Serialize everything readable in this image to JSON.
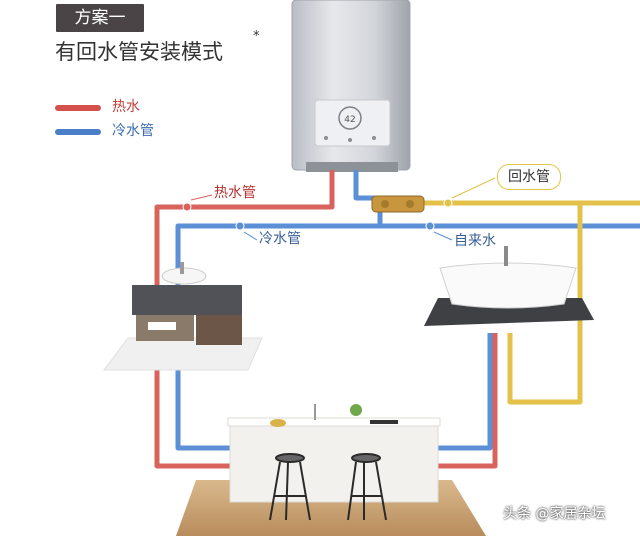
{
  "scheme_badge": "方案一",
  "title": "有回水管安装模式",
  "title_mark": "*",
  "legend": [
    {
      "label": "热水",
      "color": "#d4504a"
    },
    {
      "label": "冷水管",
      "color": "#4a7fc8"
    }
  ],
  "pipes": {
    "hot_label": "热水管",
    "cold_label": "冷水管",
    "supply_label": "自来水",
    "return_label": "回水管"
  },
  "colors": {
    "hot": "#d9625c",
    "cold": "#5b8fd6",
    "return": "#e3c14a",
    "badge": "#4a4446"
  },
  "heater_display": "42",
  "watermark": "头条 @家居杂坛"
}
